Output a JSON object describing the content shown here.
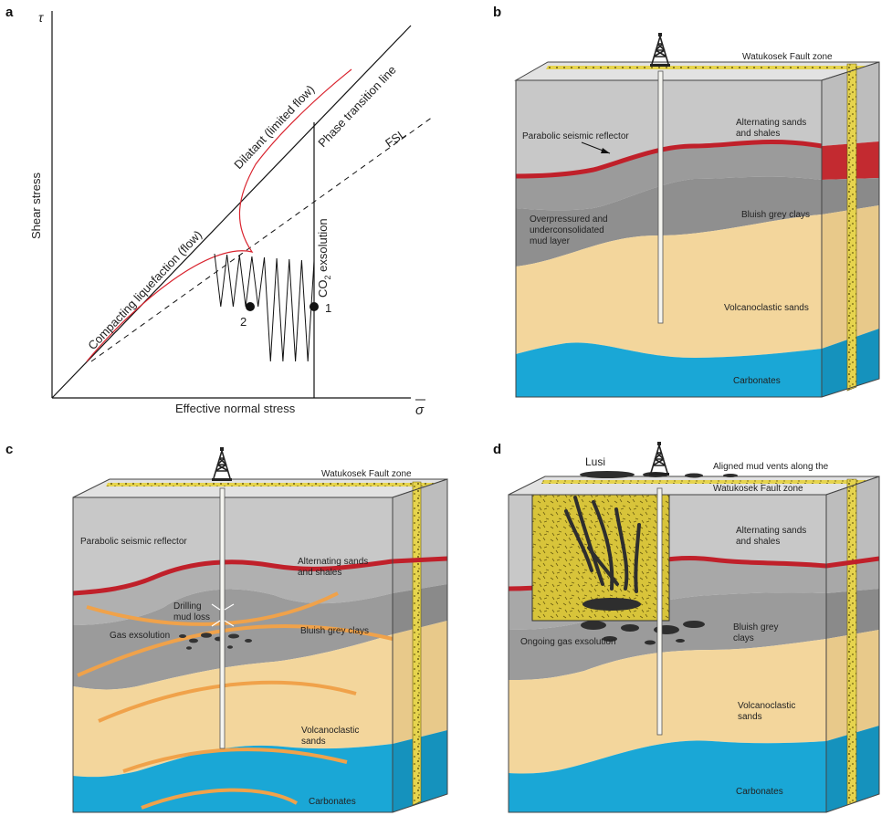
{
  "panel_a": {
    "letter": "a",
    "y_symbol": "τ",
    "x_symbol": "σ",
    "ylabel": "Shear stress",
    "xlabel": "Effective normal stress",
    "compacting": "Compacting liquefaction (flow)",
    "dilatant": "Dilatant (limited flow)",
    "phase": "Phase transition line",
    "fsl": "FSL",
    "co2_pre": "CO",
    "co2_sub": "2",
    "co2_post": " exsolution",
    "point1": "1",
    "point2": "2"
  },
  "panel_b": {
    "letter": "b",
    "fault": "Watukosek Fault zone",
    "reflector": "Parabolic seismic reflector",
    "alt_sands": [
      "Alternating sands",
      "and shales"
    ],
    "clays": "Bluish grey clays",
    "over": [
      "Overpressured and",
      "underconsolidated",
      "mud layer"
    ],
    "volc": "Volcanoclastic sands",
    "carb": "Carbonates"
  },
  "panel_c": {
    "letter": "c",
    "fault": "Watukosek Fault zone",
    "reflector": "Parabolic seismic reflector",
    "alt_sands": [
      "Alternating sands",
      "and shales"
    ],
    "drilling": [
      "Drilling",
      "mud loss"
    ],
    "gas": "Gas exsolution",
    "clays": "Bluish grey clays",
    "volc": [
      "Volcanoclastic",
      "sands"
    ],
    "carb": "Carbonates"
  },
  "panel_d": {
    "letter": "d",
    "lusi": "Lusi",
    "aligned": "Aligned mud vents along the",
    "fault": "Watukosek Fault zone",
    "alt_sands": [
      "Alternating sands",
      "and shales"
    ],
    "clays": [
      "Bluish grey",
      "clays"
    ],
    "gas": "Ongoing gas exsolution",
    "volc": [
      "Volcanoclastic",
      "sands"
    ],
    "carb": "Carbonates"
  },
  "colors": {
    "sky_top": "#e2e2e2",
    "layer_grey": "#c8c8c8",
    "clay": "#9b9b9b",
    "sand": "#f3d69c",
    "carbonate": "#1aa7d6",
    "reflector": "#c0202a",
    "fault": "#e2d24a",
    "orange": "#f0a24a",
    "mud": "#3a3a3a"
  }
}
